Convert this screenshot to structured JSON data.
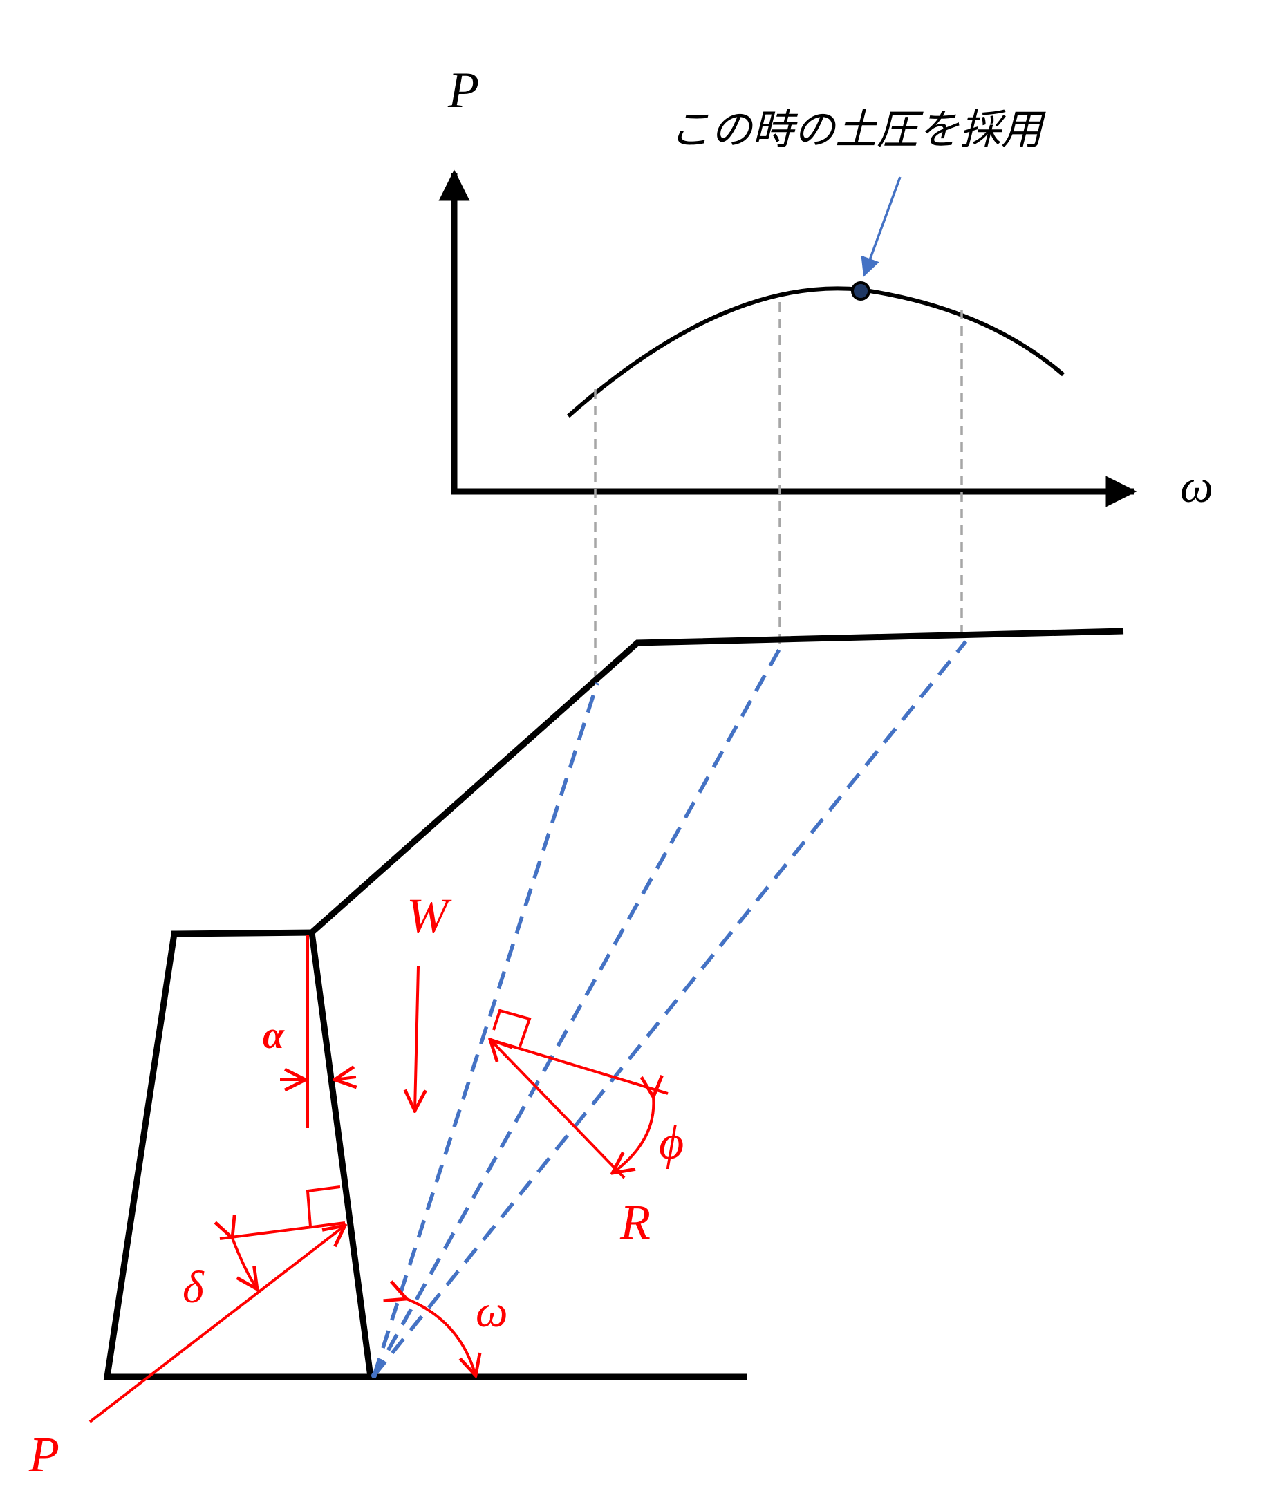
{
  "graph": {
    "y_axis_label": "P",
    "x_axis_label": "ω",
    "annotation": "この時の土圧を採用"
  },
  "labels": {
    "W": "W",
    "alpha": "α",
    "phi": "ϕ",
    "R": "R",
    "delta": "δ",
    "omega": "ω",
    "P": "P"
  },
  "colors": {
    "structure": "#000000",
    "force": "#ff0000",
    "trial_plane": "#4472c4",
    "projection": "#a6a6a6",
    "max_point": "#1f3864"
  }
}
